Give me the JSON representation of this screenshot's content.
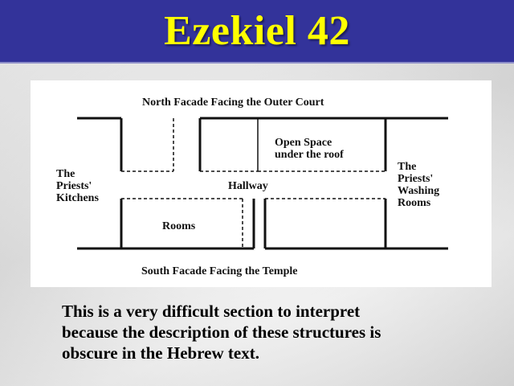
{
  "slide": {
    "title": "Ezekiel 42",
    "caption": "This is a very difficult section to interpret\nbecause the description of these structures is\nobscure in the Hebrew text.",
    "colors": {
      "title_bar": "#33339a",
      "title_text": "#ffff00",
      "diagram_background": "#ffffff"
    }
  },
  "diagram": {
    "north_label": "North Facade Facing the Outer Court",
    "south_label": "South Facade Facing the Temple",
    "open_space_label": "Open Space\nunder the roof",
    "hallway_label": "Hallway",
    "rooms_label": "Rooms",
    "kitchens_label": "The\nPriests'\nKitchens",
    "washing_label": "The\nPriests'\nWashing\nRooms"
  }
}
